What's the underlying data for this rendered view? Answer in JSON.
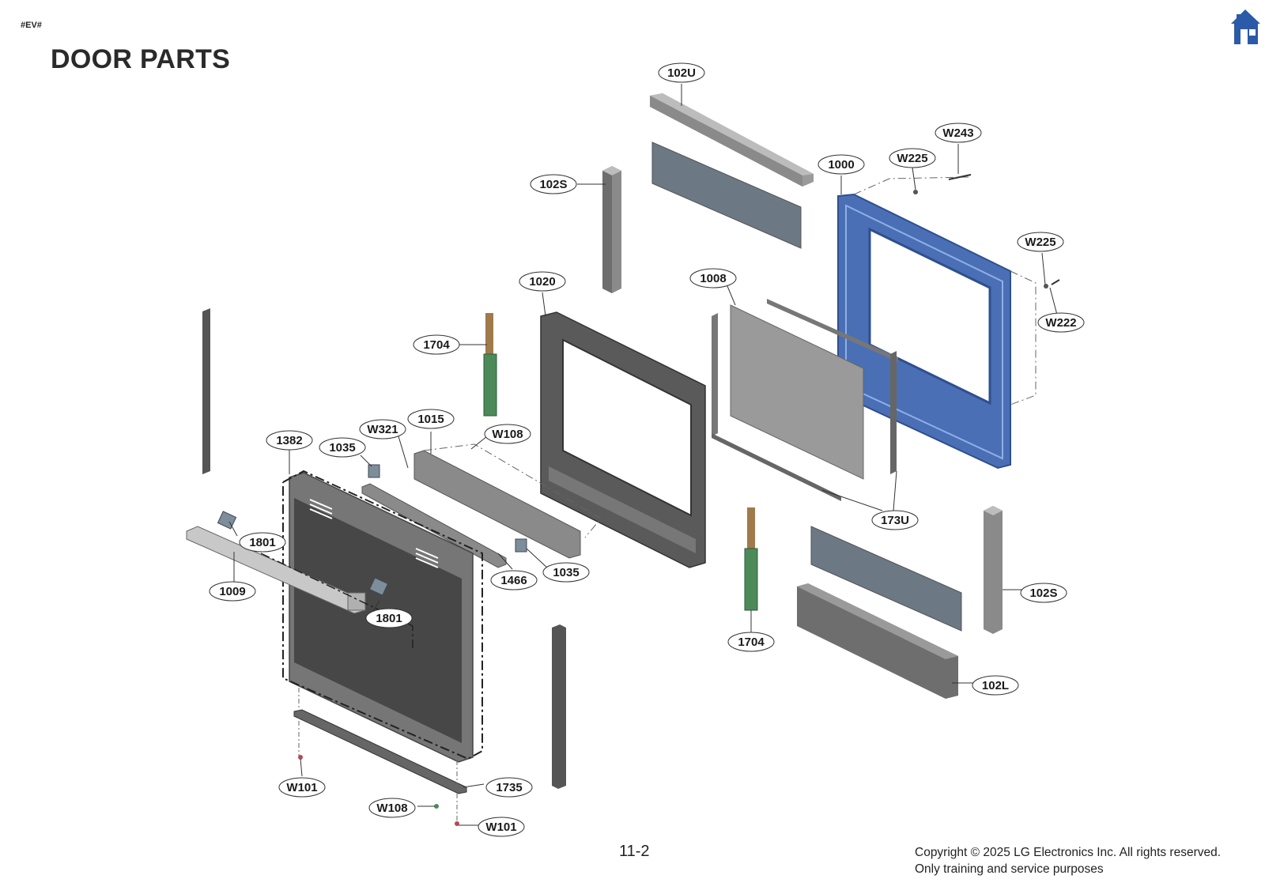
{
  "header": {
    "doc_code": "#EV#",
    "title": "DOOR PARTS",
    "home_icon": "home-icon"
  },
  "colors": {
    "frame_blue": "#4a6fb5",
    "frame_blue_dark": "#2f4f8f",
    "home_icon": "#2b5aa8",
    "part_gray": "#7a7a7a",
    "glass_slate": "#6c7884",
    "hinge_green": "#4d8a5a",
    "screw_red": "#b5485a"
  },
  "callouts": [
    "102U",
    "W243",
    "W225",
    "1000",
    "102S",
    "W225",
    "W222",
    "1020",
    "1008",
    "1704",
    "1015",
    "W321",
    "W108",
    "1382",
    "1035",
    "1801",
    "1009",
    "1801",
    "1466",
    "1035",
    "173U",
    "102S",
    "1704",
    "102L",
    "W101",
    "1735",
    "W108",
    "W101"
  ],
  "footer": {
    "page_number": "11-2",
    "copyright_line1": "Copyright © 2025 LG Electronics Inc. All rights reserved.",
    "copyright_line2": "Only training and service purposes"
  }
}
